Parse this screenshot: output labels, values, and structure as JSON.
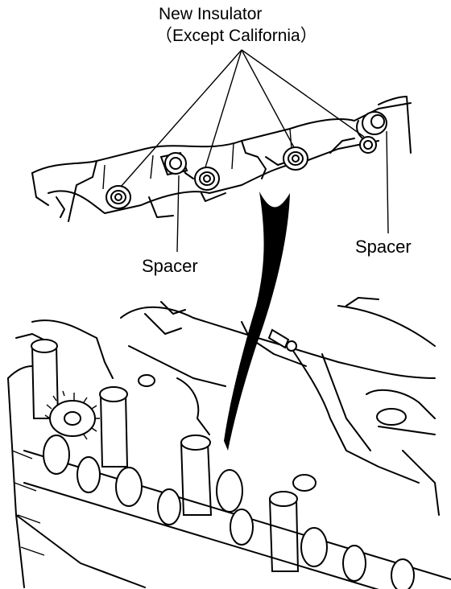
{
  "labels": {
    "new_insulator": "New Insulator",
    "except_california": "（Except California）",
    "spacer_left": "Spacer",
    "spacer_right": "Spacer"
  },
  "colors": {
    "ink": "#000000",
    "paper": "#ffffff"
  }
}
